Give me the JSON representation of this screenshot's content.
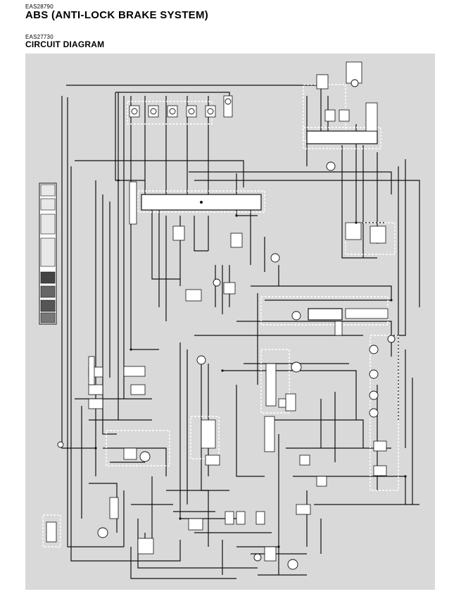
{
  "header": {
    "section_code": "EAS28790",
    "section_title": "ABS (ANTI-LOCK BRAKE SYSTEM)"
  },
  "subheader": {
    "diagram_code": "EAS27730",
    "diagram_title": "CIRCUIT DIAGRAM"
  },
  "diagram": {
    "background_color": "#d9d9d9",
    "wire_color": "#111111",
    "component_fill": "#ffffff"
  }
}
